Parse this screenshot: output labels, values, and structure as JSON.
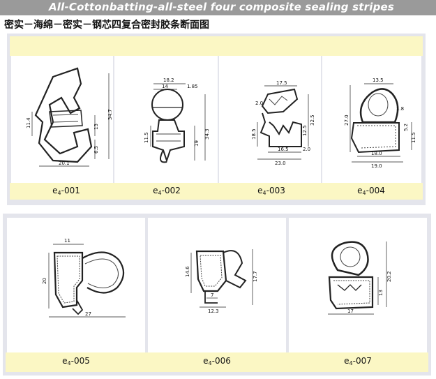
{
  "header": {
    "title_en": "All-Cottonbatting-all-steel  four composite sealing stripes",
    "title_cn": "密实－海绵－密实－钢芯四复合密封胶条断面图"
  },
  "colors": {
    "panel": "#e4e5ec",
    "strip": "#fbf7c4",
    "banner": "#9a9a9a"
  },
  "products": [
    {
      "code_prefix": "e",
      "code_sub": "4",
      "code_suffix": "-001",
      "dims": [
        "34.7",
        "11.4",
        "13",
        "6.5",
        "20.1"
      ]
    },
    {
      "code_prefix": "e",
      "code_sub": "4",
      "code_suffix": "-002",
      "dims": [
        "18.2",
        "14",
        "1.85",
        "34.3",
        "11.5",
        "19"
      ]
    },
    {
      "code_prefix": "e",
      "code_sub": "4",
      "code_suffix": "-003",
      "dims": [
        "17.5",
        "2.0",
        "12.5",
        "32.5",
        "18.5",
        "16.5",
        "2.0",
        "23.0"
      ]
    },
    {
      "code_prefix": "e",
      "code_sub": "4",
      "code_suffix": "-004",
      "dims": [
        "13.5",
        "1.8",
        "27.0",
        "5.2",
        "11.5",
        "18.0",
        "19.0"
      ]
    },
    {
      "code_prefix": "e",
      "code_sub": "4",
      "code_suffix": "-005",
      "dims": [
        "11",
        "20",
        "27"
      ]
    },
    {
      "code_prefix": "e",
      "code_sub": "4",
      "code_suffix": "-006",
      "dims": [
        "14.6",
        "17.7",
        "7",
        "12.3"
      ]
    },
    {
      "code_prefix": "e",
      "code_sub": "4",
      "code_suffix": "-007",
      "dims": [
        "20.2",
        "13",
        "17"
      ]
    }
  ]
}
